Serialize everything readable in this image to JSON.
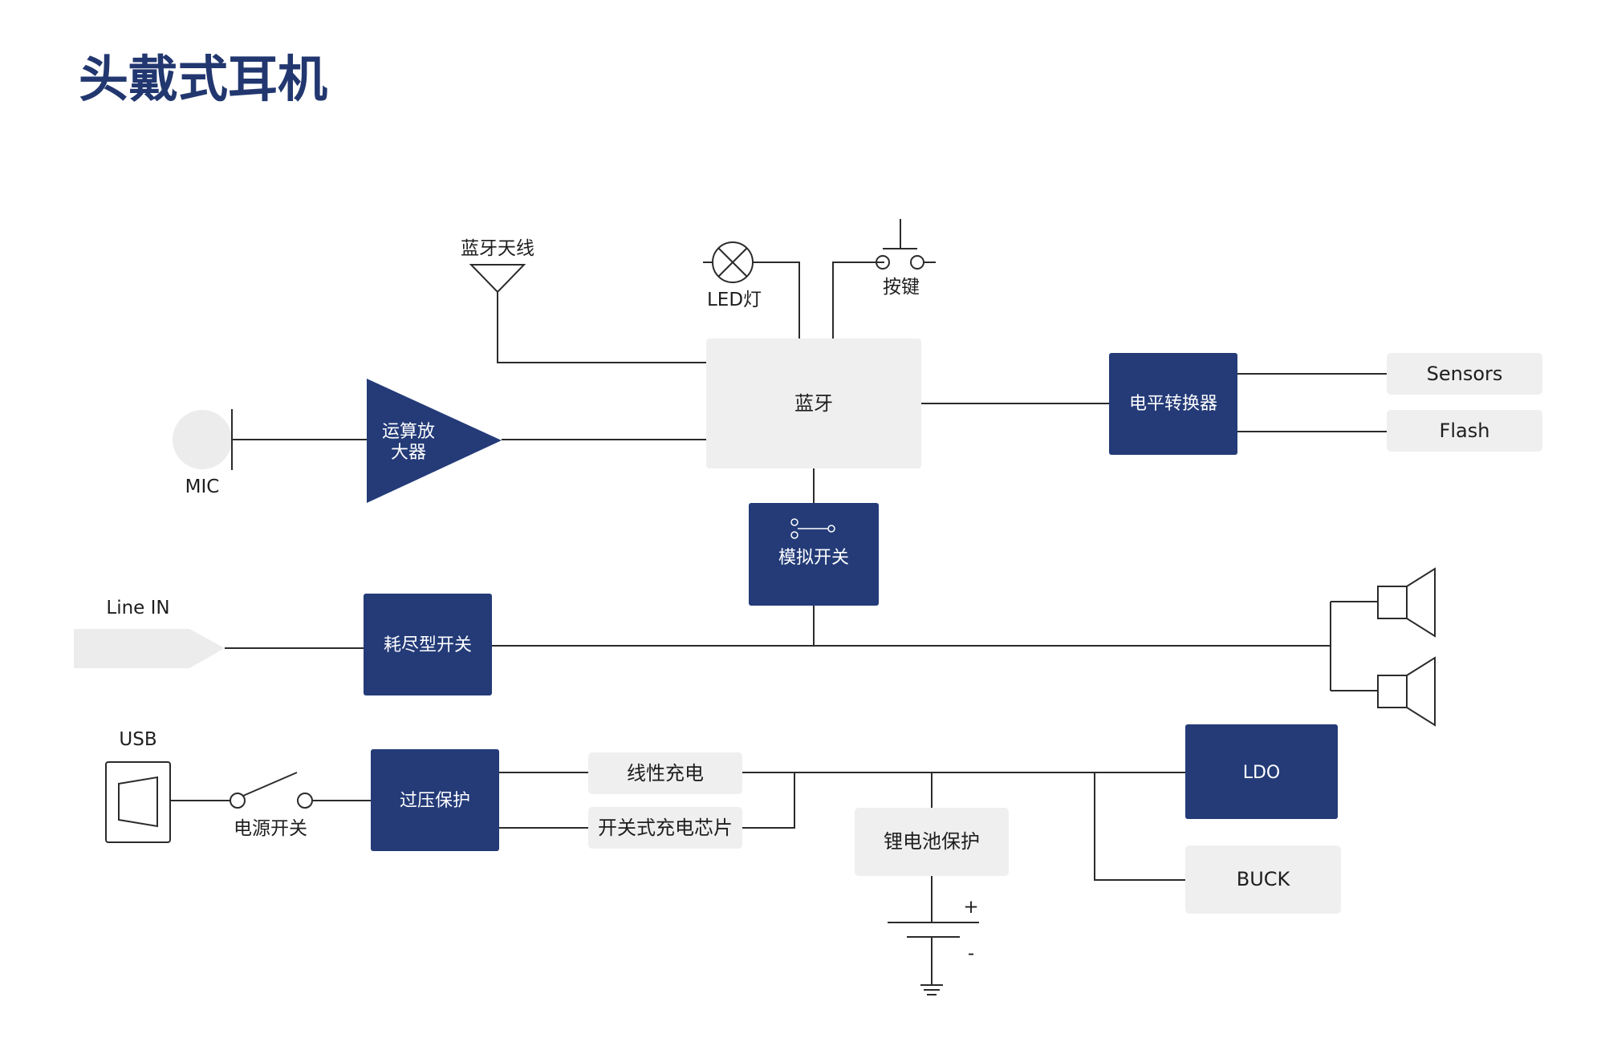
{
  "page": {
    "title": "头戴式耳机"
  },
  "colors": {
    "title": "#22376f",
    "block_dark": "#243b78",
    "block_light": "#efefef",
    "line": "#2b2b2b"
  },
  "labels": {
    "bt_antenna": "蓝牙天线",
    "led": "LED灯",
    "key": "按键",
    "mic": "MIC",
    "line_in": "Line IN",
    "usb": "USB",
    "power_switch": "电源开关",
    "battery_plus": "+",
    "battery_minus": "-"
  },
  "blocks": {
    "bluetooth": "蓝牙",
    "level_shifter": "电平转换器",
    "sensors": "Sensors",
    "flash": "Flash",
    "opamp_line1": "运算放",
    "opamp_line2": "大器",
    "analog_switch": "模拟开关",
    "depletion_switch": "耗尽型开关",
    "ovp": "过压保护",
    "linear_charge": "线性充电",
    "switch_charger": "开关式充电芯片",
    "battery_protect": "锂电池保护",
    "ldo": "LDO",
    "buck": "BUCK"
  }
}
